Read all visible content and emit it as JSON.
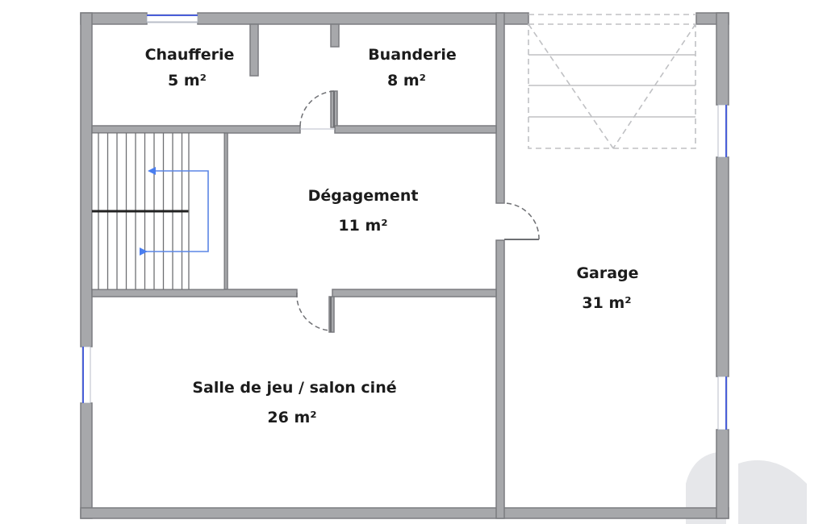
{
  "rooms": {
    "chaufferie": {
      "name": "Chaufferie",
      "area": "5 m²"
    },
    "buanderie": {
      "name": "Buanderie",
      "area": "8 m²"
    },
    "degagement": {
      "name": "Dégagement",
      "area": "11 m²"
    },
    "garage": {
      "name": "Garage",
      "area": "31 m²"
    },
    "salle": {
      "name": "Salle de jeu / salon ciné",
      "area": "26 m²"
    }
  },
  "colors": {
    "wall": "#a7a8ab",
    "window": "#4a5fd8",
    "stair_arrow": "#5b86e5",
    "background": "#ffffff"
  }
}
